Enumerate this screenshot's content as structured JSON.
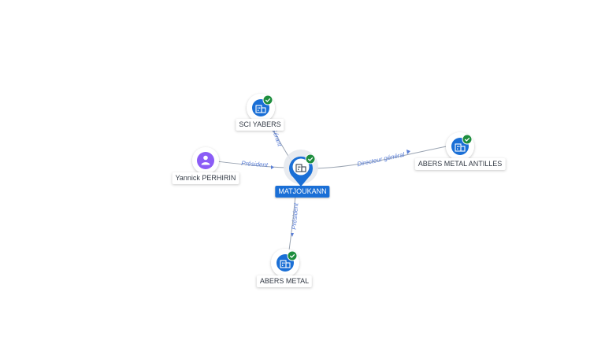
{
  "graph": {
    "central": {
      "label": "MATJOUKANN",
      "icon": "company-building-icon",
      "verified": true,
      "accent": "#1a6fd6"
    },
    "nodes": [
      {
        "id": "sci-yabers",
        "label": "SCI YABERS",
        "type": "company",
        "icon": "company-building-icon",
        "verified": true
      },
      {
        "id": "yannick-perhirin",
        "label": "Yannick PERHIRIN",
        "type": "person",
        "icon": "person-icon",
        "verified": false
      },
      {
        "id": "abers-metal-antilles",
        "label": "ABERS METAL ANTILLES",
        "type": "company",
        "icon": "company-building-icon",
        "verified": true
      },
      {
        "id": "abers-metal",
        "label": "ABERS METAL",
        "type": "company",
        "icon": "company-building-icon",
        "verified": true
      }
    ],
    "edges": [
      {
        "from": "sci-yabers",
        "to": "central",
        "label": "Gérant"
      },
      {
        "from": "yannick-perhirin",
        "to": "central",
        "label": "Président"
      },
      {
        "from": "central",
        "to": "abers-metal-antilles",
        "label": "Directeur général"
      },
      {
        "from": "central",
        "to": "abers-metal",
        "label": "Président"
      }
    ],
    "colors": {
      "company": "#1a6fd6",
      "person": "#8b5cf6",
      "verified": "#1e8e3e",
      "edge": "#9aa4b2",
      "edge_label": "#5b7fd6"
    }
  }
}
